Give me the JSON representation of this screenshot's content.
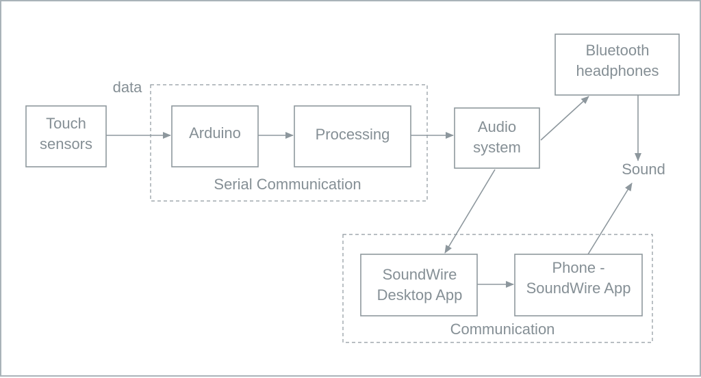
{
  "nodes": {
    "touch_sensors": [
      "Touch",
      "sensors"
    ],
    "arduino": "Arduino",
    "processing": "Processing",
    "audio_system": [
      "Audio",
      "system"
    ],
    "bluetooth_headphones": [
      "Bluetooth",
      "headphones"
    ],
    "sound": "Sound",
    "soundwire_desktop": [
      "SoundWire",
      "Desktop App"
    ],
    "phone_soundwire": [
      "Phone -",
      "SoundWire App"
    ]
  },
  "groups": {
    "serial_label": "Serial Communication",
    "communication_label": "Communication"
  },
  "edge_labels": {
    "data": "data"
  },
  "colors": {
    "line": "#8d979d",
    "text": "#858f95",
    "frame": "#a9b3b9"
  }
}
